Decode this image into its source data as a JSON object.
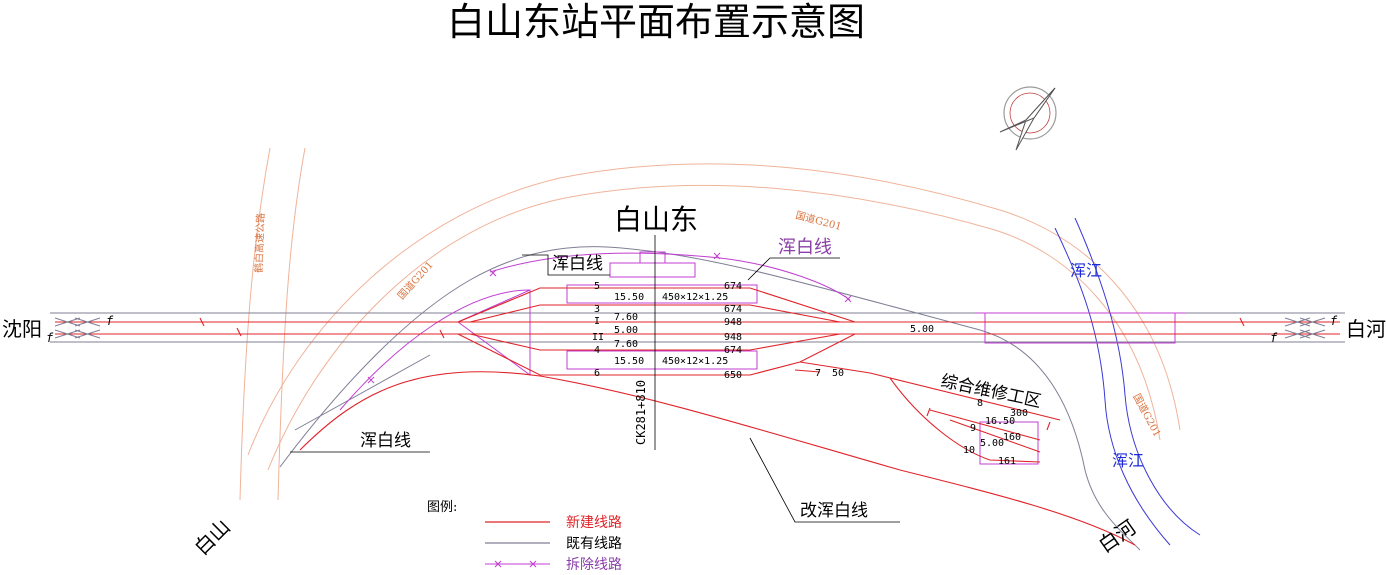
{
  "title": "白山东站平面布置示意图",
  "station_name": "白山东",
  "cities": {
    "west": "沈阳",
    "east": "白河",
    "southwest": "白山",
    "southeast": "白河"
  },
  "line_labels": {
    "hunbai_top_left": "浑白线",
    "hunbai_top_right": "浑白线",
    "hunbai_bottom_left": "浑白线",
    "gai_hunbai": "改浑白线",
    "hunjiang_1": "浑江",
    "hunjiang_2": "浑江",
    "depot": "综合维修工区",
    "mileage": "CK281+810"
  },
  "roads": {
    "g201_left": "国道G201",
    "g201_mid": "国道G201",
    "g201_right": "国道G201",
    "expressway": "鹤白高速公路"
  },
  "tracks": [
    {
      "no": "5",
      "spacing": "",
      "length": "674"
    },
    {
      "no": "",
      "spacing": "15.50",
      "length": "",
      "platform": "450×12×1.25"
    },
    {
      "no": "3",
      "spacing": "7.60",
      "length": "674"
    },
    {
      "no": "I",
      "spacing": "5.00",
      "length": "948"
    },
    {
      "no": "II",
      "spacing": "",
      "length": "948"
    },
    {
      "no": "4",
      "spacing": "7.60",
      "length": "674"
    },
    {
      "no": "",
      "spacing": "15.50",
      "length": "",
      "platform": "450×12×1.25"
    },
    {
      "no": "6",
      "spacing": "",
      "length": "650"
    }
  ],
  "east_spacing": "5.00",
  "depot_tracks": [
    {
      "label": "7",
      "value": "50"
    },
    {
      "label": "8",
      "value": "300"
    },
    {
      "label": "16.50",
      "value": ""
    },
    {
      "label": "9",
      "value": "160"
    },
    {
      "label": "5.00",
      "value": ""
    },
    {
      "label": "10",
      "value": "161"
    }
  ],
  "f_marks": [
    "f",
    "f",
    "f",
    "f"
  ],
  "legend": {
    "heading": "图例:",
    "new_line": "新建线路",
    "existing_line": "既有线路",
    "removed_line": "拆除线路"
  },
  "colors": {
    "new_line": "#e0242a",
    "existing_line": "#7f7f96",
    "removed_line": "#c03fd0",
    "road": "#f0b39a",
    "river": "#3a3ad6"
  }
}
